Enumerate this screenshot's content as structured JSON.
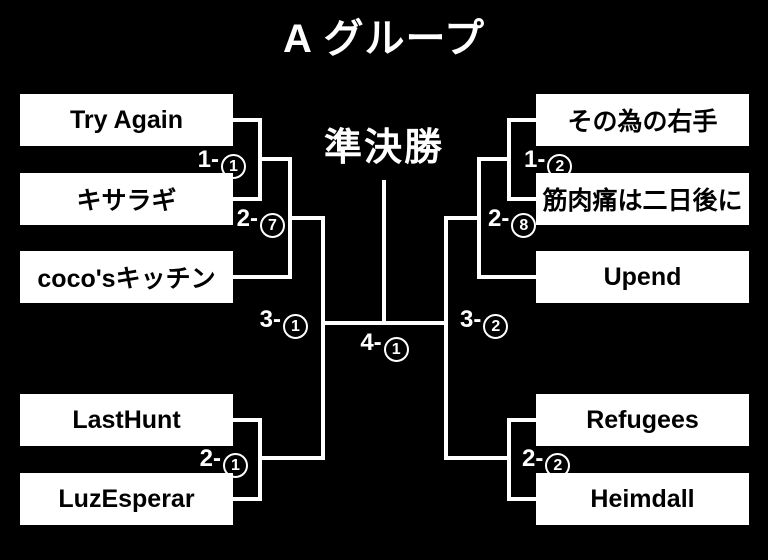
{
  "title": "A グループ",
  "round_label": "準決勝",
  "colors": {
    "background": "#000000",
    "box_background": "#ffffff",
    "box_text": "#000000",
    "line": "#ffffff",
    "label_text": "#ffffff"
  },
  "bracket": {
    "left": [
      "Try Again",
      "キサラギ",
      "coco'sキッチン",
      "LastHunt",
      "LuzEsperar"
    ],
    "right": [
      "その為の右手",
      "筋肉痛は二日後に",
      "Upend",
      "Refugees",
      "Heimdall"
    ]
  },
  "matches": {
    "l1": {
      "prefix": "1-",
      "digit": "1"
    },
    "l2": {
      "prefix": "2-",
      "digit": "7"
    },
    "l3": {
      "prefix": "3-",
      "digit": "1"
    },
    "lb": {
      "prefix": "2-",
      "digit": "1"
    },
    "final": {
      "prefix": "4-",
      "digit": "1"
    },
    "r1": {
      "prefix": "1-",
      "digit": "2"
    },
    "r2": {
      "prefix": "2-",
      "digit": "8"
    },
    "r3": {
      "prefix": "3-",
      "digit": "2"
    },
    "rb": {
      "prefix": "2-",
      "digit": "2"
    }
  }
}
